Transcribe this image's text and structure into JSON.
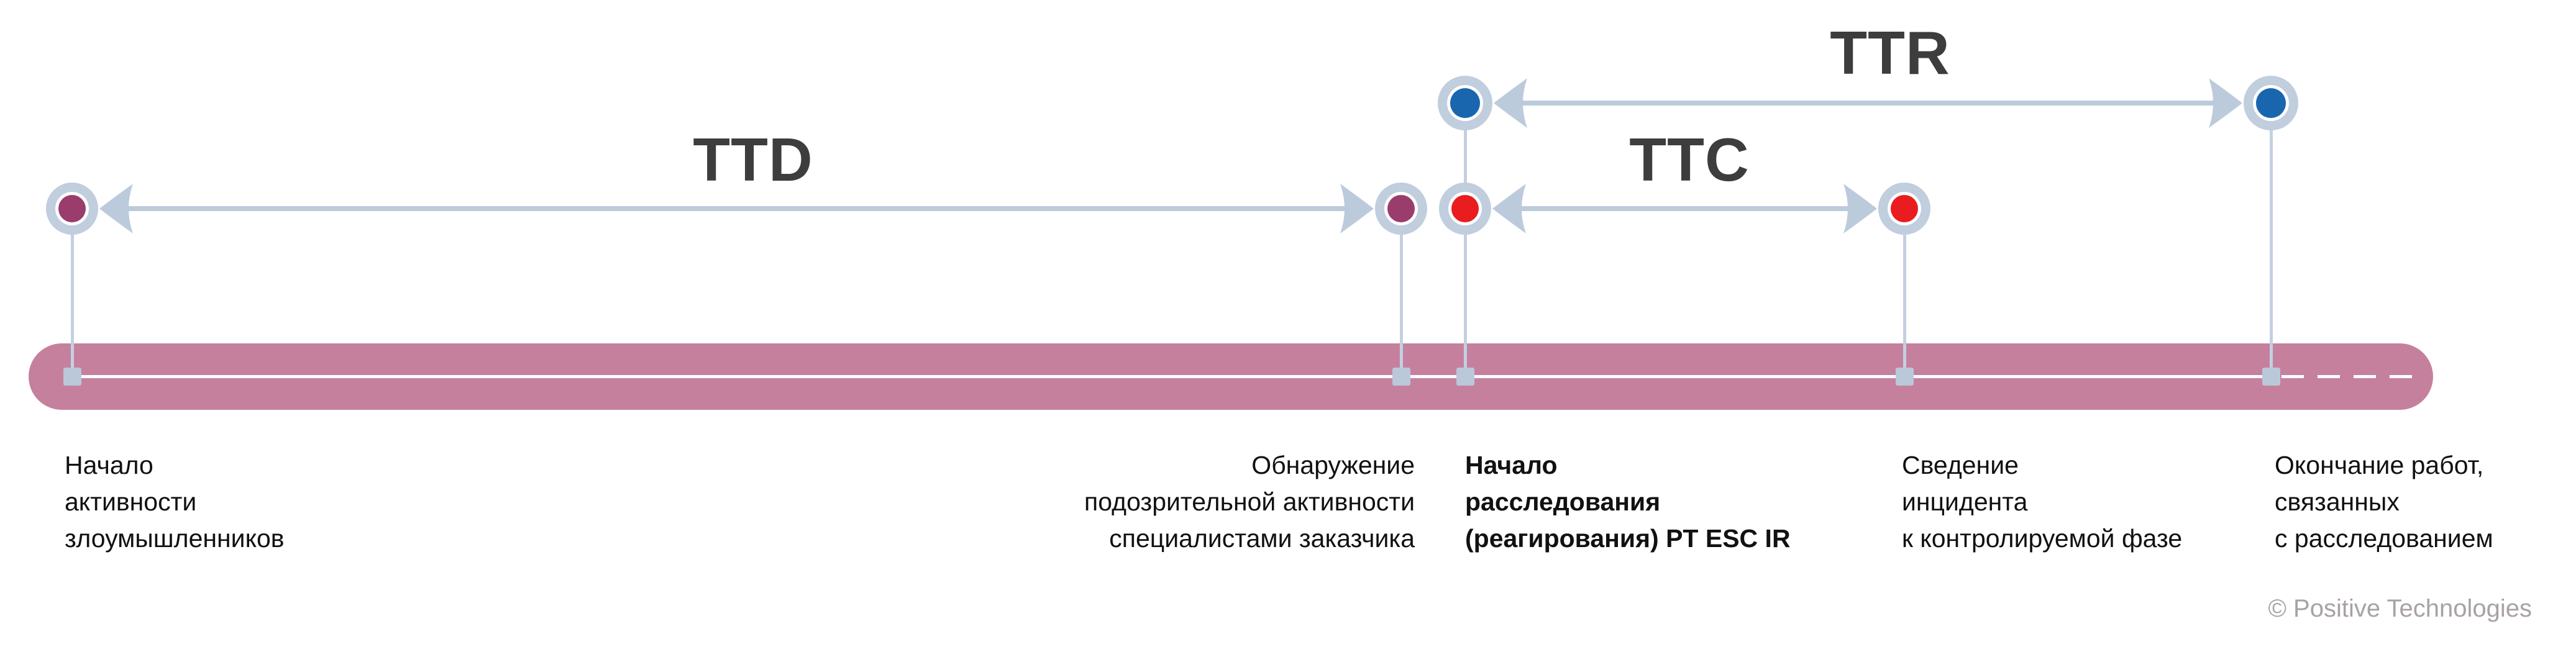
{
  "diagram": {
    "type": "incident-response-timeline",
    "background": "#ffffff"
  },
  "metrics": {
    "ttd": {
      "label": "TTD",
      "from_event": "attack-activity-start",
      "to_event": "suspicious-activity-detected"
    },
    "ttc": {
      "label": "TTC",
      "from_event": "investigation-start",
      "to_event": "incident-contained"
    },
    "ttr": {
      "label": "TTR",
      "from_event": "investigation-start",
      "to_event": "work-finished"
    }
  },
  "events": [
    {
      "id": "attack-activity-start",
      "dot_color": "#9a3c6c",
      "lines": [
        "Начало",
        "активности",
        "злоумышленников"
      ]
    },
    {
      "id": "suspicious-activity-detected",
      "dot_color": "#9a3c6c",
      "lines": [
        "Обнаружение",
        "подозрительной активности",
        "специалистами заказчика"
      ]
    },
    {
      "id": "investigation-start",
      "dot_color_top": "#1966af",
      "dot_color": "#e91c1f",
      "lines": [
        "Начало",
        "расследования",
        "(реагирования) PT ESC IR"
      ]
    },
    {
      "id": "incident-contained",
      "dot_color": "#e91c1f",
      "lines": [
        "Сведение",
        "инцидента",
        "к контролируемой фазе"
      ]
    },
    {
      "id": "work-finished",
      "dot_color": "#1966af",
      "lines": [
        "Окончание работ,",
        "связанных",
        "с расследованием"
      ]
    }
  ],
  "footer": {
    "copyright": "© Positive Technologies"
  },
  "colors": {
    "bar_pink": "#c5809e",
    "light_blue": "#c0cede",
    "tick_blue": "#bac8d9",
    "arrow_blue": "#bccbdc",
    "dot_purple": "#9a3c6c",
    "dot_red": "#e91c1f",
    "dot_blue": "#1966af",
    "metric_text": "#3d3d3d",
    "caption_text": "#111111",
    "copyright_text": "#a8a2a6"
  }
}
